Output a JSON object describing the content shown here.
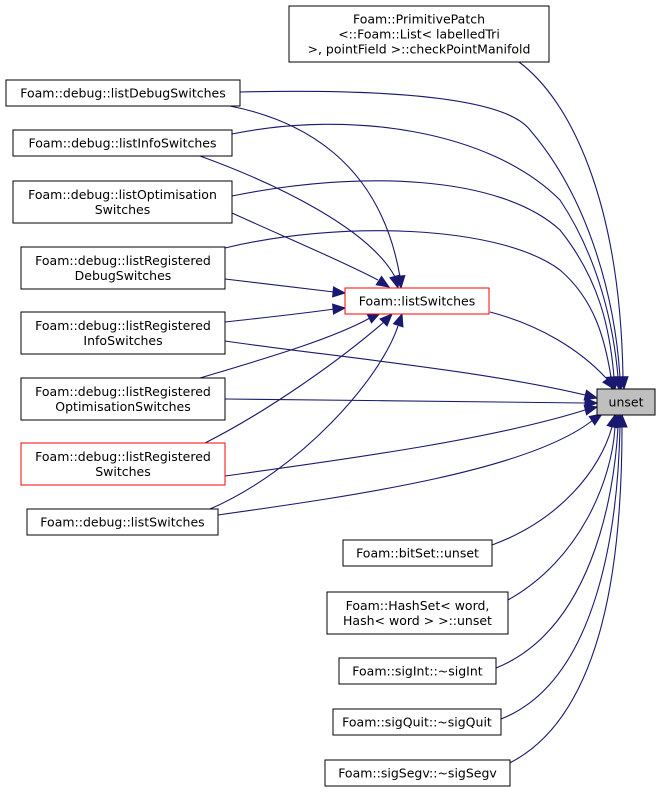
{
  "graph": {
    "edge_color": "#191970",
    "highlight_color": "#ff0000",
    "current_fill": "#bfbfbf",
    "nodes": [
      {
        "id": "n_unset",
        "lines": [
          "unset"
        ],
        "style": "current"
      },
      {
        "id": "n_listswitches",
        "lines": [
          "Foam::listSwitches"
        ],
        "style": "highlight"
      },
      {
        "id": "n_checkpoint",
        "lines": [
          "Foam::PrimitivePatch",
          "<::Foam::List< labelledTri",
          ">, pointField >::checkPointManifold"
        ],
        "style": "normal"
      },
      {
        "id": "n_ldebug",
        "lines": [
          "Foam::debug::listDebugSwitches"
        ],
        "style": "normal"
      },
      {
        "id": "n_linfo",
        "lines": [
          "Foam::debug::listInfoSwitches"
        ],
        "style": "normal"
      },
      {
        "id": "n_lopt",
        "lines": [
          "Foam::debug::listOptimisation",
          "Switches"
        ],
        "style": "normal"
      },
      {
        "id": "n_lrdebug",
        "lines": [
          "Foam::debug::listRegistered",
          "DebugSwitches"
        ],
        "style": "normal"
      },
      {
        "id": "n_lrinfo",
        "lines": [
          "Foam::debug::listRegistered",
          "InfoSwitches"
        ],
        "style": "normal"
      },
      {
        "id": "n_lropt",
        "lines": [
          "Foam::debug::listRegistered",
          "OptimisationSwitches"
        ],
        "style": "normal"
      },
      {
        "id": "n_lrsw",
        "lines": [
          "Foam::debug::listRegistered",
          "Switches"
        ],
        "style": "highlight"
      },
      {
        "id": "n_dlsw",
        "lines": [
          "Foam::debug::listSwitches"
        ],
        "style": "normal"
      },
      {
        "id": "n_bitset",
        "lines": [
          "Foam::bitSet::unset"
        ],
        "style": "normal"
      },
      {
        "id": "n_hashset",
        "lines": [
          "Foam::HashSet< word,",
          "Hash< word > >::unset"
        ],
        "style": "normal"
      },
      {
        "id": "n_sigint",
        "lines": [
          "Foam::sigInt::~sigInt"
        ],
        "style": "normal"
      },
      {
        "id": "n_sigquit",
        "lines": [
          "Foam::sigQuit::~sigQuit"
        ],
        "style": "normal"
      },
      {
        "id": "n_sigsegv",
        "lines": [
          "Foam::sigSegv::~sigSegv"
        ],
        "style": "normal"
      }
    ],
    "edges": [
      {
        "from": "n_listswitches",
        "to": "n_unset"
      },
      {
        "from": "n_checkpoint",
        "to": "n_unset"
      },
      {
        "from": "n_ldebug",
        "to": "n_unset"
      },
      {
        "from": "n_ldebug",
        "to": "n_listswitches"
      },
      {
        "from": "n_linfo",
        "to": "n_unset"
      },
      {
        "from": "n_linfo",
        "to": "n_listswitches"
      },
      {
        "from": "n_lopt",
        "to": "n_unset"
      },
      {
        "from": "n_lopt",
        "to": "n_listswitches"
      },
      {
        "from": "n_lrdebug",
        "to": "n_unset"
      },
      {
        "from": "n_lrdebug",
        "to": "n_listswitches"
      },
      {
        "from": "n_lrinfo",
        "to": "n_unset"
      },
      {
        "from": "n_lrinfo",
        "to": "n_listswitches"
      },
      {
        "from": "n_lropt",
        "to": "n_unset"
      },
      {
        "from": "n_lropt",
        "to": "n_listswitches"
      },
      {
        "from": "n_lrsw",
        "to": "n_unset"
      },
      {
        "from": "n_lrsw",
        "to": "n_listswitches"
      },
      {
        "from": "n_dlsw",
        "to": "n_unset"
      },
      {
        "from": "n_dlsw",
        "to": "n_listswitches"
      },
      {
        "from": "n_bitset",
        "to": "n_unset"
      },
      {
        "from": "n_hashset",
        "to": "n_unset"
      },
      {
        "from": "n_sigint",
        "to": "n_unset"
      },
      {
        "from": "n_sigquit",
        "to": "n_unset"
      },
      {
        "from": "n_sigsegv",
        "to": "n_unset"
      }
    ]
  }
}
